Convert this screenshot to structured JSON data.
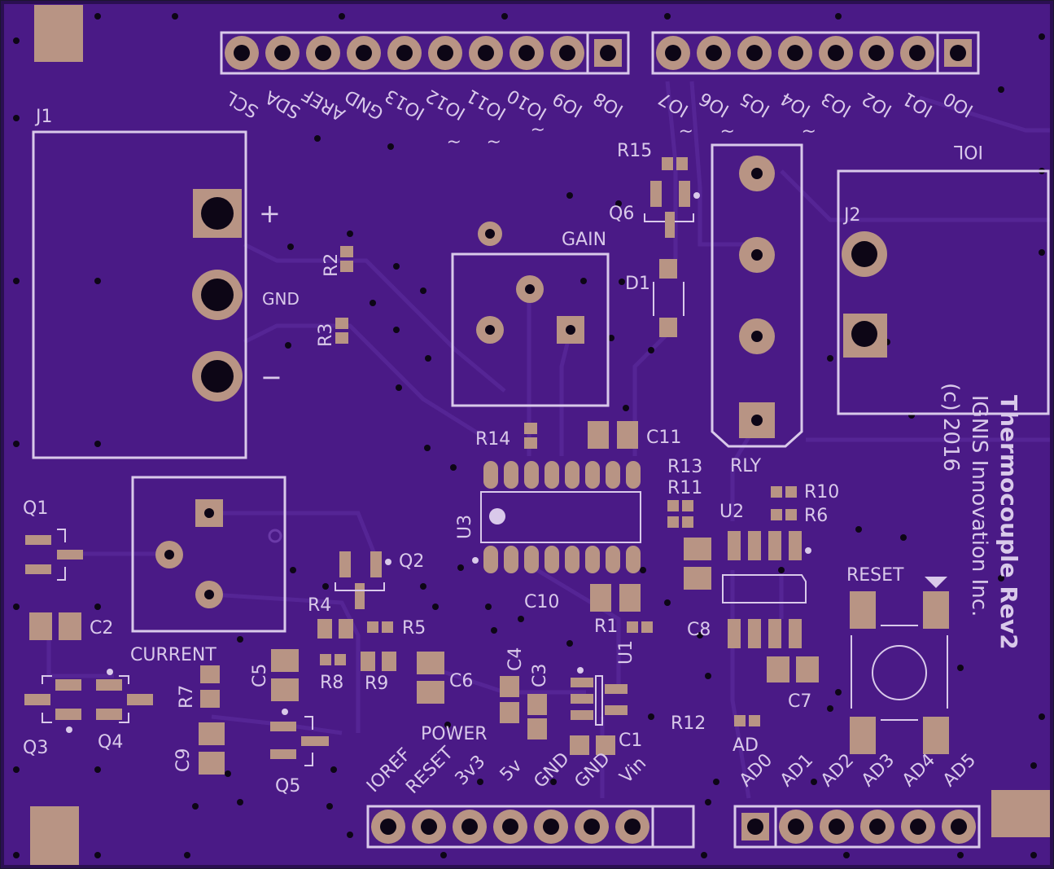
{
  "board": {
    "title": "Thermocouple Rev2",
    "company": "IGNIS Innovation Inc.",
    "copyright": "(c) 2016",
    "colors": {
      "mask": "#4a1a86",
      "silk": "#d9c9ea",
      "copper": "#b89484"
    }
  },
  "headers": {
    "top_left": [
      "SCL",
      "SDA",
      "AREF",
      "GND",
      "IO13",
      "IO12",
      "IO11",
      "IO10",
      "IO9",
      "IO8"
    ],
    "top_left_marks": [
      "~",
      "~",
      "~"
    ],
    "top_right": [
      "IO7",
      "IO6",
      "IO5",
      "IO4",
      "IO3",
      "IO2",
      "IO1",
      "IO0"
    ],
    "top_right_marks": [
      "~",
      "~",
      "~"
    ],
    "top_right_label": "IOL",
    "power": [
      "IOREF",
      "RESET",
      "3v3",
      "5v",
      "GND",
      "GND",
      "Vin"
    ],
    "power_label": "POWER",
    "analog": [
      "AD0",
      "AD1",
      "AD2",
      "AD3",
      "AD4",
      "AD5"
    ],
    "analog_label": "AD"
  },
  "connectors": {
    "j1": "J1",
    "j1_plus": "+",
    "j1_gnd": "GND",
    "j1_minus": "−",
    "j2": "J2"
  },
  "components": {
    "r15": "R15",
    "q6": "Q6",
    "d1": "D1",
    "r2": "R2",
    "r3": "R3",
    "gain": "GAIN",
    "r14": "R14",
    "c11": "C11",
    "rly": "RLY",
    "r13": "R13",
    "r11": "R11",
    "r10": "R10",
    "r6": "R6",
    "u2": "U2",
    "u3": "U3",
    "c10": "C10",
    "r1": "R1",
    "c8": "C8",
    "c7": "C7",
    "reset": "RESET",
    "q1": "Q1",
    "c2": "C2",
    "current": "CURRENT",
    "q2": "Q2",
    "r4": "R4",
    "r5": "R5",
    "c5": "C5",
    "r8": "R8",
    "r9": "R9",
    "c6": "C6",
    "r7": "R7",
    "q3": "Q3",
    "q4": "Q4",
    "c9": "C9",
    "q5": "Q5",
    "c4": "C4",
    "c3": "C3",
    "u1": "U1",
    "c1": "C1",
    "r12": "R12"
  }
}
